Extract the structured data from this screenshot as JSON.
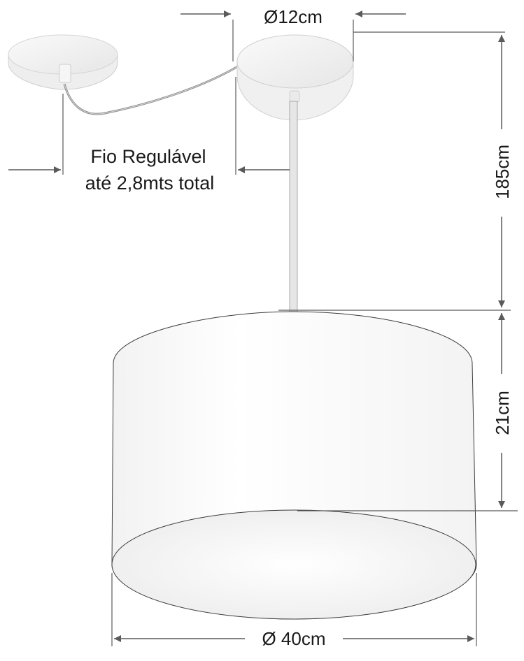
{
  "labels": {
    "canopy_diameter": "Ø12cm",
    "cable_line1": "Fio Regulável",
    "cable_line2": "até 2,8mts total",
    "cable_height": "185cm",
    "shade_height": "21cm",
    "shade_diameter": "Ø 40cm"
  },
  "colors": {
    "dimension_line": "#5a5a5a",
    "outline": "#3c3c3c",
    "shade_fill": "#ffffff",
    "canopy_fill": "#f4f4f4",
    "cable": "#8a8a8a"
  }
}
